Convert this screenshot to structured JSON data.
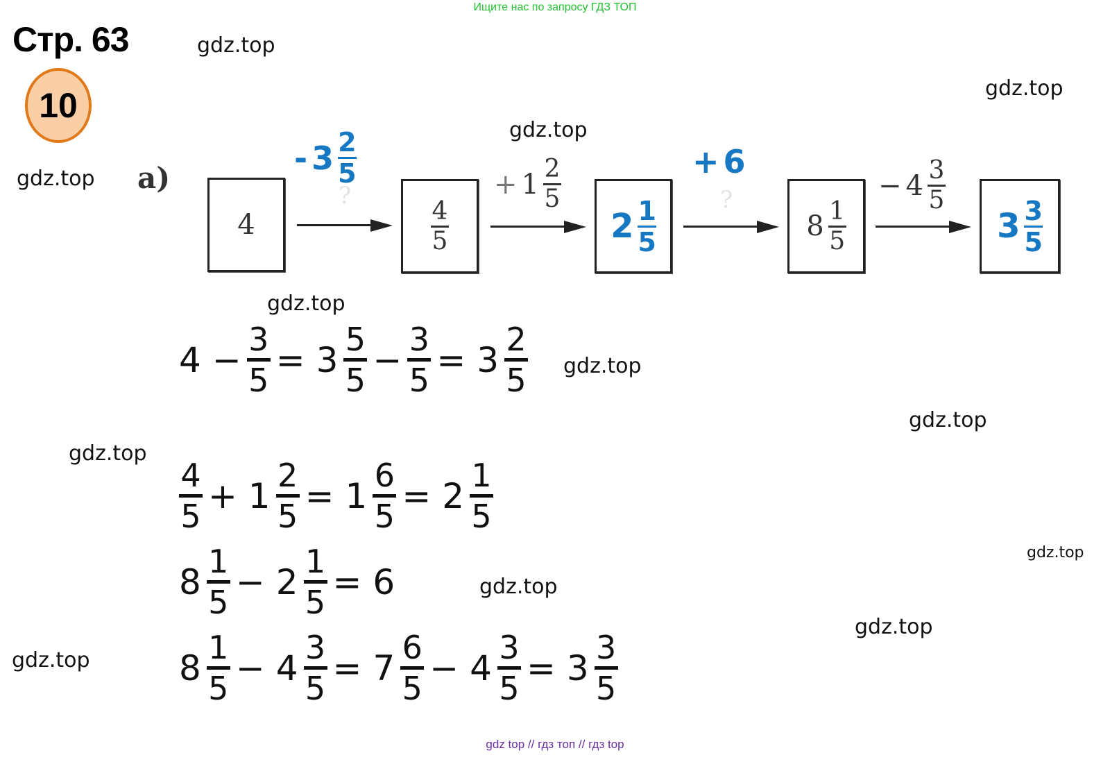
{
  "banner": "Ищите нас по запросу ГДЗ ТОП",
  "page_title": "Стр. 63",
  "task_number": "10",
  "part_label": "а)",
  "watermark": "gdz.top",
  "chain": {
    "boxes": [
      {
        "whole": "4",
        "num": "",
        "den": ""
      },
      {
        "whole": "",
        "num": "4",
        "den": "5"
      },
      {
        "whole": "2",
        "num": "1",
        "den": "5"
      },
      {
        "whole": "8",
        "num": "1",
        "den": "5"
      },
      {
        "whole": "3",
        "num": "3",
        "den": "5"
      }
    ],
    "ops": [
      {
        "sign": "-",
        "whole": "3",
        "num": "2",
        "den": "5"
      },
      {
        "sign": "+",
        "whole": "1",
        "num": "2",
        "den": "5"
      },
      {
        "sign": "+",
        "whole": "6",
        "num": "",
        "den": ""
      },
      {
        "sign": "−",
        "whole": "4",
        "num": "3",
        "den": "5"
      }
    ],
    "question_mark": "?"
  },
  "equations": [
    {
      "tokens": [
        {
          "t": "4"
        },
        {
          "t": "−"
        },
        {
          "n": "3",
          "d": "5"
        },
        {
          "t": "="
        },
        {
          "t": "3"
        },
        {
          "n": "5",
          "d": "5"
        },
        {
          "t": "−"
        },
        {
          "n": "3",
          "d": "5"
        },
        {
          "t": "="
        },
        {
          "t": "3"
        },
        {
          "n": "2",
          "d": "5"
        }
      ]
    },
    {
      "tokens": [
        {
          "n": "4",
          "d": "5"
        },
        {
          "t": "+ 1"
        },
        {
          "n": "2",
          "d": "5"
        },
        {
          "t": "="
        },
        {
          "t": "1"
        },
        {
          "n": "6",
          "d": "5"
        },
        {
          "t": "="
        },
        {
          "t": "2"
        },
        {
          "n": "1",
          "d": "5"
        }
      ]
    },
    {
      "tokens": [
        {
          "t": "8"
        },
        {
          "n": "1",
          "d": "5"
        },
        {
          "t": "−"
        },
        {
          "t": "2"
        },
        {
          "n": "1",
          "d": "5"
        },
        {
          "t": "= 6"
        }
      ]
    },
    {
      "tokens": [
        {
          "t": "8"
        },
        {
          "n": "1",
          "d": "5"
        },
        {
          "t": "−"
        },
        {
          "t": "4"
        },
        {
          "n": "3",
          "d": "5"
        },
        {
          "t": "="
        },
        {
          "t": "7"
        },
        {
          "n": "6",
          "d": "5"
        },
        {
          "t": "−"
        },
        {
          "t": "4"
        },
        {
          "n": "3",
          "d": "5"
        },
        {
          "t": "="
        },
        {
          "t": "3"
        },
        {
          "n": "3",
          "d": "5"
        }
      ]
    }
  ],
  "footer": "gdz top  //  гдз топ  //  гдз top",
  "colors": {
    "accent_blue": "#1677c2",
    "banner_green": "#22c02e",
    "circle_fill": "#fbcfa6",
    "circle_border": "#e07a1a",
    "footer_purple": "#6a2fa0"
  }
}
